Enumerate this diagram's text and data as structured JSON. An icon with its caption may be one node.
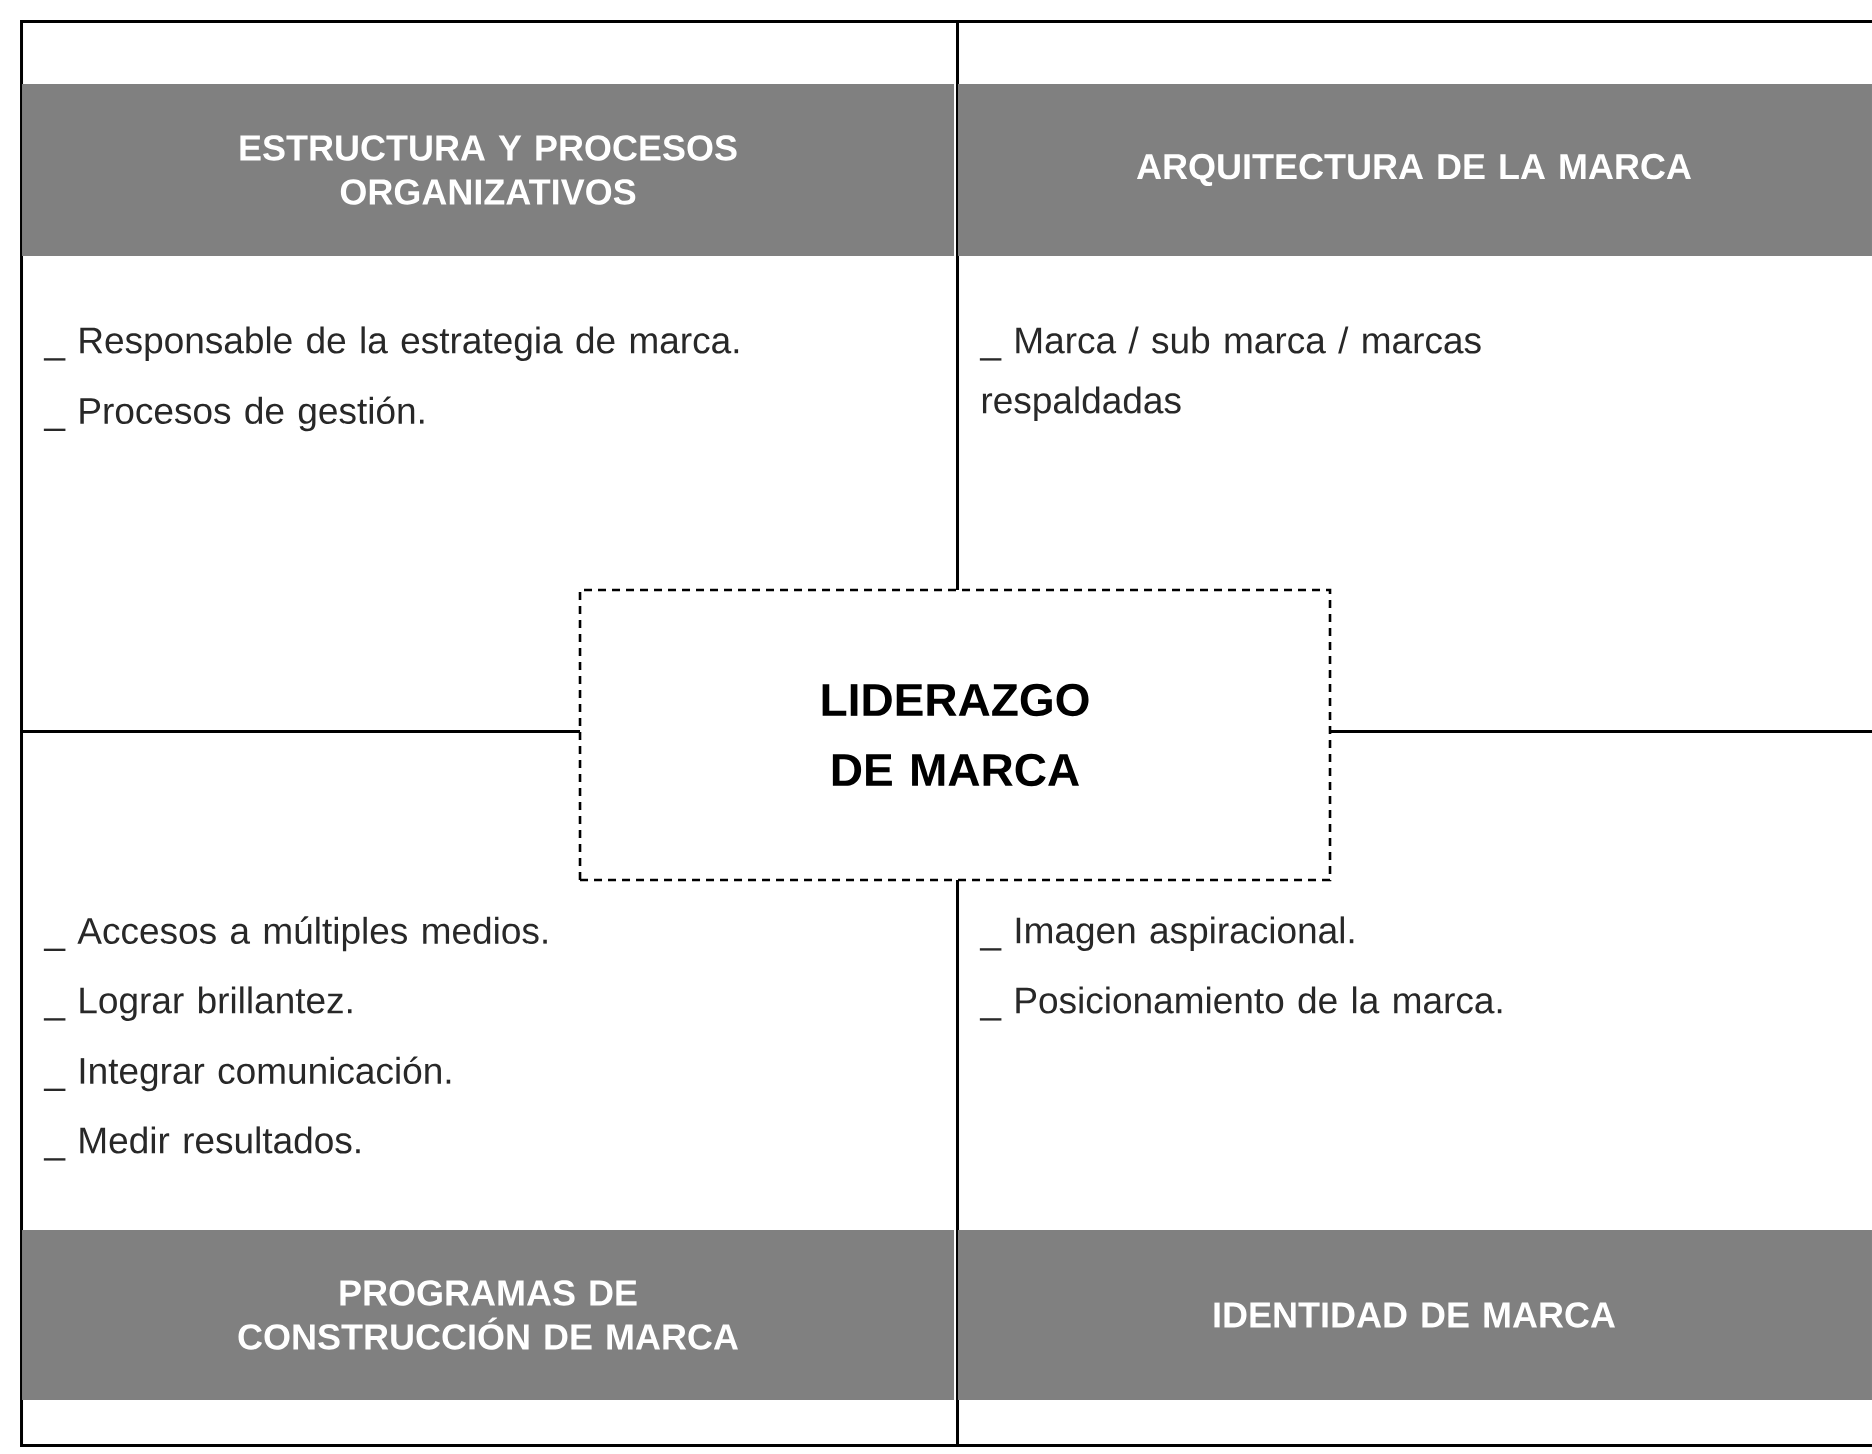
{
  "diagram": {
    "nodes": [
      {
        "text": [
          "ESTRUCTURA Y PROCESOS ORGANIZATIVOS",
          "_ Responsable de la estrategia de marca.",
          "_ Procesos de gestión."
        ]
      },
      {
        "text": [
          "ARQUITECTURA DE LA MARCA",
          "_ Marca / sub marca / marcas respaldadas"
        ]
      },
      {
        "text": [
          "_ Accesos a múltiples medios.",
          "_ Lograr brillantez.",
          "_ Integrar comunicación.",
          "_ Medir resultados.",
          "PROGRAMAS DE CONSTRUCCIÓN DE MARCA"
        ]
      },
      {
        "text": [
          "_ Imagen aspiracional.",
          "_ Posicionamiento de la marca.",
          "IDENTIDAD DE MARCA"
        ]
      },
      {
        "text": [
          "LIDERAZGO DE MARCA"
        ]
      }
    ],
    "edges": []
  }
}
